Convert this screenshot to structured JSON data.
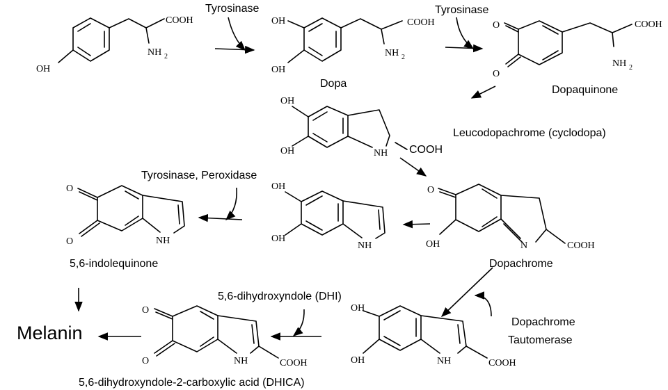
{
  "atoms": {
    "oh": "OH",
    "o": "O",
    "nh": "NH",
    "nh2": "NH",
    "sub2": "2",
    "n": "N",
    "cooh": "COOH"
  },
  "labels": {
    "tyrosinase_1": "Tyrosinase",
    "tyrosinase_2": "Tyrosinase",
    "dopa": "Dopa",
    "dopaquinone": "Dopaquinone",
    "leucodopachrome": "Leucodopachrome (cyclodopa)",
    "tyrosinase_peroxidase": "Tyrosinase, Peroxidase",
    "indolequinone": "5,6-indolequinone",
    "dopachrome": "Dopachrome",
    "dhi": "5,6-dihydroxyndole (DHI)",
    "tautomerase_line1": "Dopachrome",
    "tautomerase_line2": "Tautomerase",
    "melanin": "Melanin",
    "dhica": "5,6-dihydroxyndole-2-carboxylic acid (DHICA)"
  }
}
